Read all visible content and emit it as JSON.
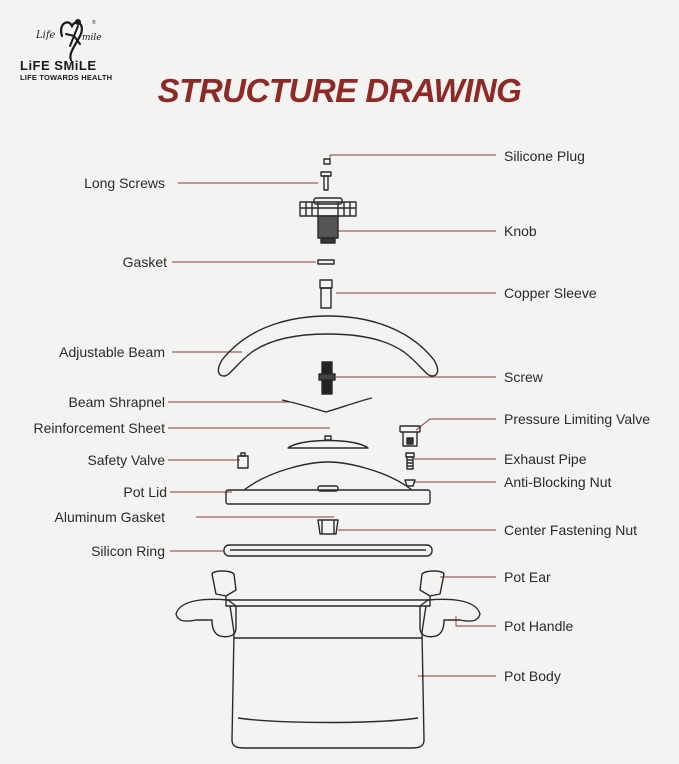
{
  "brand": {
    "name": "LiFE SMiLE",
    "tagline": "LIFE TOWARDS HEALTH",
    "script_text": "Life Smile"
  },
  "title": "STRUCTURE DRAWING",
  "colors": {
    "title": "#8e2a26",
    "leader_line": "#8e3a36",
    "outline": "#2a2a2a",
    "background": "#f3f3f2"
  },
  "labels_left": [
    "Long Screws",
    "Gasket",
    "Adjustable Beam",
    "Beam Shrapnel",
    "Reinforcement Sheet",
    "Safety Valve",
    "Pot Lid",
    "Aluminum Gasket",
    "Silicon Ring"
  ],
  "labels_right": [
    "Silicone Plug",
    "Knob",
    "Copper Sleeve",
    "Screw",
    "Pressure Limiting Valve",
    "Exhaust Pipe",
    "Anti-Blocking Nut",
    "Center Fastening Nut",
    "Pot Ear",
    "Pot Handle",
    "Pot Body"
  ]
}
